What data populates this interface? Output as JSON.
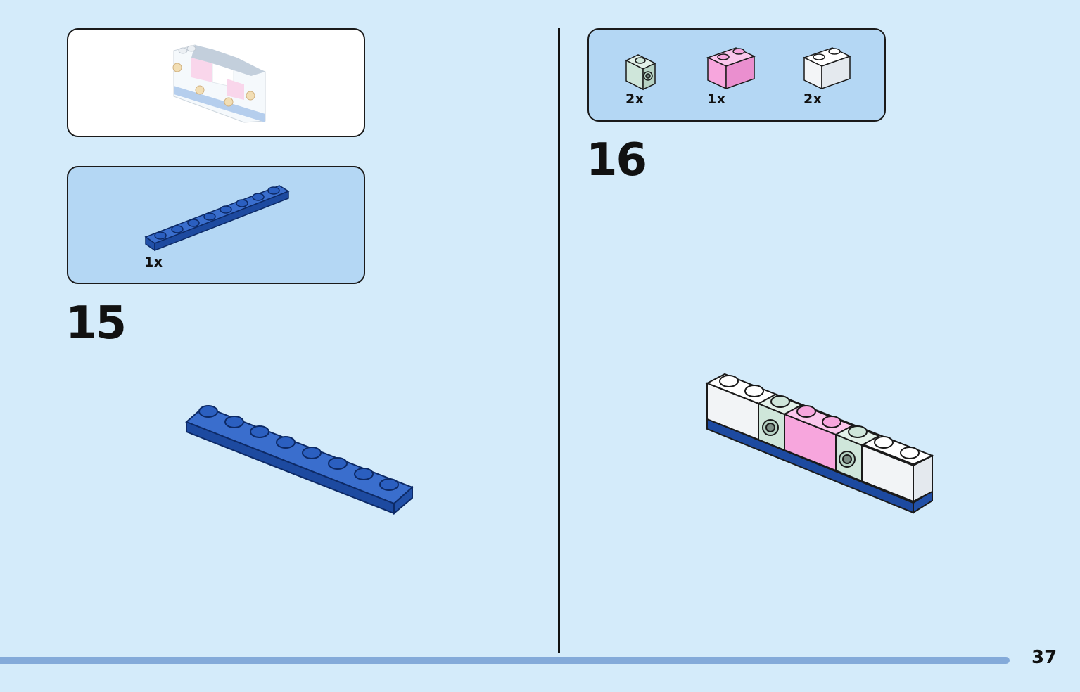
{
  "page": {
    "number": "37",
    "progress": 1.0
  },
  "steps": [
    {
      "number": "15",
      "preview_box": {
        "content": "completed-assembly-thumbnail"
      },
      "parts": [
        {
          "qty": "1x",
          "part": "plate 1x8",
          "color": "#2b5fc0"
        }
      ]
    },
    {
      "number": "16",
      "parts": [
        {
          "qty": "2x",
          "part": "brick 1x1 with stud on side",
          "color": "#cfe6da"
        },
        {
          "qty": "1x",
          "part": "brick 1x2",
          "color": "#f7a6dd"
        },
        {
          "qty": "2x",
          "part": "brick 1x2",
          "color": "#ffffff"
        }
      ]
    }
  ],
  "colors": {
    "background": "#d4ebfa",
    "parts_box": "#b4d7f4",
    "blue_plate": "#2b5fc0",
    "pink": "#f7a6dd",
    "mint": "#cfe6da",
    "progress_bar": "#84aad9"
  }
}
